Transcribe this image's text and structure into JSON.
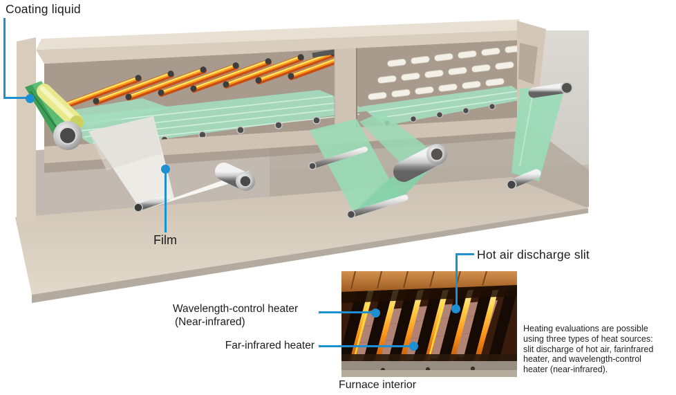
{
  "labels": {
    "coating_liquid": "Coating liquid",
    "film": "Film",
    "hot_air_discharge_slit": "Hot air discharge slit",
    "wavelength_control_heater": "Wavelength-control heater",
    "wavelength_control_heater_sub": "(Near-infrared)",
    "far_infrared_heater": "Far-infrared heater",
    "furnace_interior": "Furnace interior"
  },
  "note": "Heating evaluations are possible\nusing three types of heat sources:\nslit discharge of hot air, farinfrared\nheater, and wavelength-control\nheater (near-infrared).",
  "colors": {
    "leader_blue": "#1e8fd0",
    "label_text": "#1b1b1b",
    "note_text": "#222222",
    "furnace_body_beige": "#d9cdbe",
    "film_green": "#9adbb8",
    "heater_orange": "#f07818",
    "roller_silver": "#bdbdbd",
    "photo_copper": "#b06a30"
  }
}
